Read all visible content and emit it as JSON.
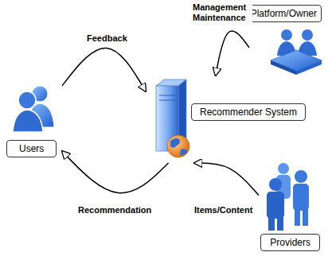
{
  "diagram": {
    "nodes": [
      {
        "text": [
          "Platform/Owner"
        ]
      },
      {
        "text": [
          "Recommender System"
        ]
      },
      {
        "text": [
          "Users"
        ]
      },
      {
        "text": [
          "Providers"
        ]
      }
    ],
    "edges": [
      {
        "from": 2,
        "to": 1,
        "label": "Feedback",
        "arrow": "to"
      },
      {
        "from": 1,
        "to": 2,
        "label": "Recommendation",
        "arrow": "to"
      },
      {
        "from": 0,
        "to": 1,
        "label": "Management Maintenance",
        "arrow": "to"
      },
      {
        "from": 3,
        "to": 1,
        "label": "Items/Content",
        "arrow": "to"
      }
    ]
  }
}
